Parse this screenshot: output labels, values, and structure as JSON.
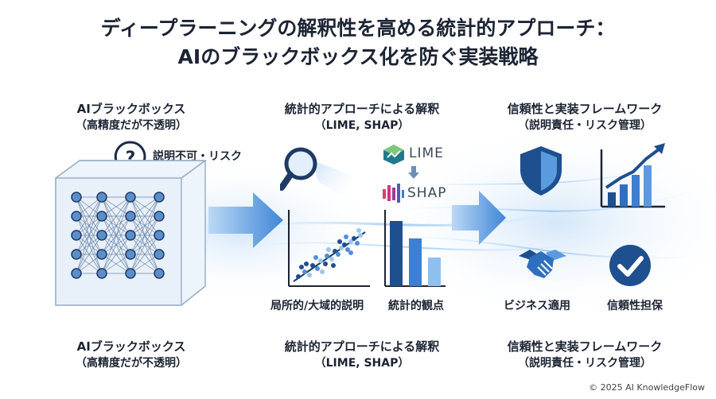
{
  "title": {
    "line1": "ディープラーニングの解釈性を高める統計的アプローチ：",
    "line2": "AIのブラックボックス化を防ぐ実装戦略"
  },
  "sections": {
    "blackbox": {
      "title": "AIブラックボックス",
      "subtitle": "（高精度だが不透明）",
      "callout": "説明不可・リスク"
    },
    "statistical": {
      "title": "統計的アプローチによる解釈",
      "subtitle": "（LIME, SHAP）",
      "tools": [
        "LIME",
        "SHAP"
      ],
      "captions": [
        "局所的/大域的説明",
        "統計的観点"
      ]
    },
    "framework": {
      "title": "信頼性と実装フレームワーク",
      "subtitle": "（説明責任・リスク管理）",
      "captions": [
        "ビジネス適用",
        "信頼性担保"
      ]
    }
  },
  "bottom": {
    "blackbox": {
      "title": "AIブラックボックス",
      "subtitle": "（高精度だが不透明）"
    },
    "statistical": {
      "title": "統計的アプローチによる解釈",
      "subtitle": "（LIME, SHAP）"
    },
    "framework": {
      "title": "信頼性と実装フレームワーク",
      "subtitle": "（説明責任・リスク管理）"
    }
  },
  "footer": {
    "copyright": "© 2025 AI KnowledgeFlow"
  },
  "colors": {
    "primary": "#1f4f8f",
    "accent": "#2f7fd6",
    "light": "#7fb6ea",
    "text": "#1c2433"
  }
}
